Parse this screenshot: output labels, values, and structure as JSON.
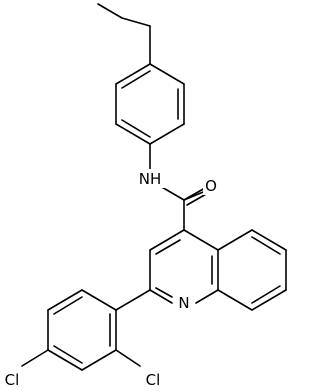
{
  "structure": {
    "atoms": [
      {
        "id": "nh",
        "label": "NH"
      },
      {
        "id": "o",
        "label": "O"
      },
      {
        "id": "n",
        "label": "N"
      },
      {
        "id": "cl1",
        "label": "Cl"
      },
      {
        "id": "cl2",
        "label": "Cl"
      }
    ]
  },
  "colors": {
    "bond": "#000000",
    "label": "#000000",
    "background": "#ffffff"
  }
}
